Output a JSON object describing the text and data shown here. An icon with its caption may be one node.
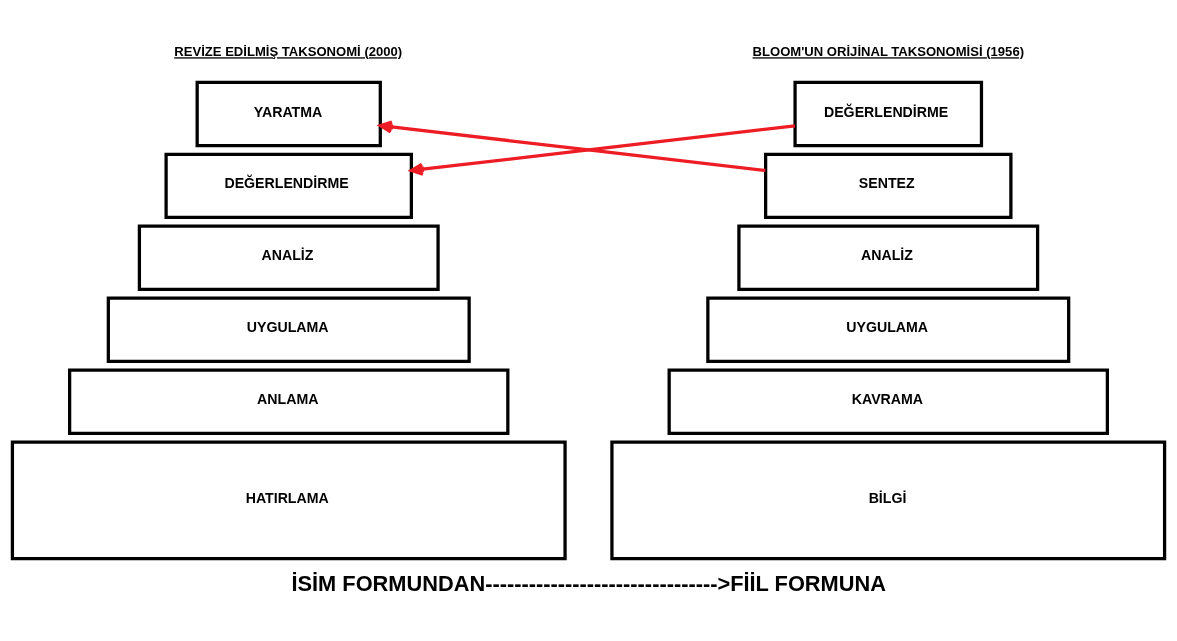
{
  "diagram": {
    "nodes": [
      {
        "text": [
          "DEĞERLENDİRME"
        ]
      },
      {
        "text": [
          "SENTEZ"
        ]
      },
      {
        "text": [
          "ANALİZ"
        ]
      },
      {
        "text": [
          "UYGULAMA"
        ]
      },
      {
        "text": [
          "KAVRAMA"
        ]
      },
      {
        "text": [
          "BİLGİ"
        ]
      },
      {
        "text": [
          "YARATMA"
        ]
      },
      {
        "text": [
          "DEĞERLENDİRME"
        ]
      },
      {
        "text": [
          "ANALİZ"
        ]
      },
      {
        "text": [
          "UYGULAMA"
        ]
      },
      {
        "text": [
          "ANLAMA"
        ]
      },
      {
        "text": [
          "HATIRLAMA"
        ]
      }
    ],
    "edges": [
      {
        "from": 0,
        "to": 7,
        "arrow": "to",
        "color": "#ee1c24"
      },
      {
        "from": 1,
        "to": 6,
        "arrow": "to",
        "color": "#ee1c24"
      }
    ],
    "labels": [
      "BLOOM'UN ORİJİNAL TAKSONOMİSİ (1956)",
      "REVİZE EDİLMİŞ TAKSONOMİ (2000)",
      "İSİM FORMUNDAN-------------------------------->FİİL FORMUNA"
    ]
  }
}
